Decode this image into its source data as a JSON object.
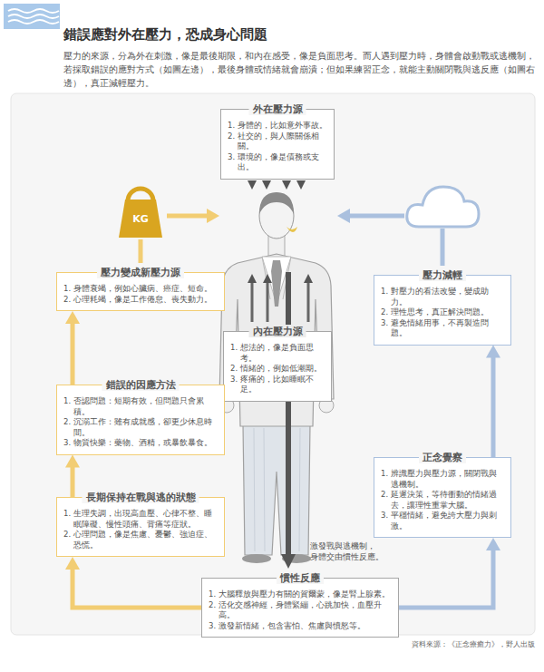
{
  "diagram": {
    "title": "錯誤應對外在壓力，恐成身心問題",
    "caption": "資料來源：《正念療癒力》，野人出版",
    "nodes": [
      {
        "text": [
          "外在壓力源",
          "1. 身體的，比如意外事故。",
          "2. 社交的，與人際關係相關。",
          "3. 環境的，像是債務或支出。"
        ]
      },
      {
        "text": [
          "內在壓力源",
          "1. 想法的，像是負面思考。",
          "2. 情緒的，例如低潮期。",
          "3. 疼痛的，比如睡眠不足。"
        ]
      },
      {
        "text": [
          "慣性反應",
          "1. 大腦釋放與壓力有關的賀爾蒙，像是腎上腺素。",
          "2. 活化交感神經，身體緊繃，心跳加快，血壓升高。",
          "3. 激發新情緒，包含害怕、焦慮與憤怒等。"
        ]
      },
      {
        "text": [
          "長期保持在戰與逃的狀態",
          "1. 生理失調，出現高血壓、心律不整、睡眠障礙、慢性頭痛、背痛等症狀。",
          "2. 心理問題，像是焦慮、憂鬱、強迫症、恐慌。"
        ]
      },
      {
        "text": [
          "錯誤的因應方法",
          "1. 否認問題：短期有效，但問題只會累積。",
          "2. 沉溺工作：雖有成就感，卻更少休息時間。",
          "3. 物質快樂：藥物、酒精，或暴飲暴食。"
        ]
      },
      {
        "text": [
          "壓力變成新壓力源",
          "1. 身體衰竭，例如心臟病、癌症、短命。",
          "2. 心理耗竭，像是工作倦怠、喪失動力。"
        ]
      },
      {
        "text": [
          "正念覺察",
          "1. 辨識壓力與壓力源，關閉戰與逃機制。",
          "2. 延遲決策，等待衝動的情緒過去，讓理性重掌大腦。",
          "3. 平穩情緒，避免誇大壓力與刺激。"
        ]
      },
      {
        "text": [
          "壓力減輕",
          "1. 對壓力的看法改變，變成助力。",
          "2. 理性思考，真正解決問題。",
          "3. 避免情緒用事，不再製造問題。"
        ]
      }
    ],
    "edges": [
      {
        "from": 2,
        "to": 3,
        "arrow": "to"
      },
      {
        "from": 3,
        "to": 4,
        "arrow": "to"
      },
      {
        "from": 4,
        "to": 5,
        "arrow": "to"
      },
      {
        "from": 2,
        "to": 6,
        "arrow": "to"
      },
      {
        "from": 6,
        "to": 7,
        "arrow": "to"
      }
    ],
    "labels": [
      "壓力的來源，分為外在刺激，像是最後期限，和內在感受，像是負面思考。而人遇到壓力時，身體會啟動戰或逃機制，若採取錯誤的應對方式（如圖左邊），最後身體或情緒就會崩潰；但如果練習正念，就能主動關閉戰與逃反應（如圖右邊），真正減輕壓力。",
      "激發戰與逃機制，身體交由慣性反應。",
      "KG"
    ]
  }
}
